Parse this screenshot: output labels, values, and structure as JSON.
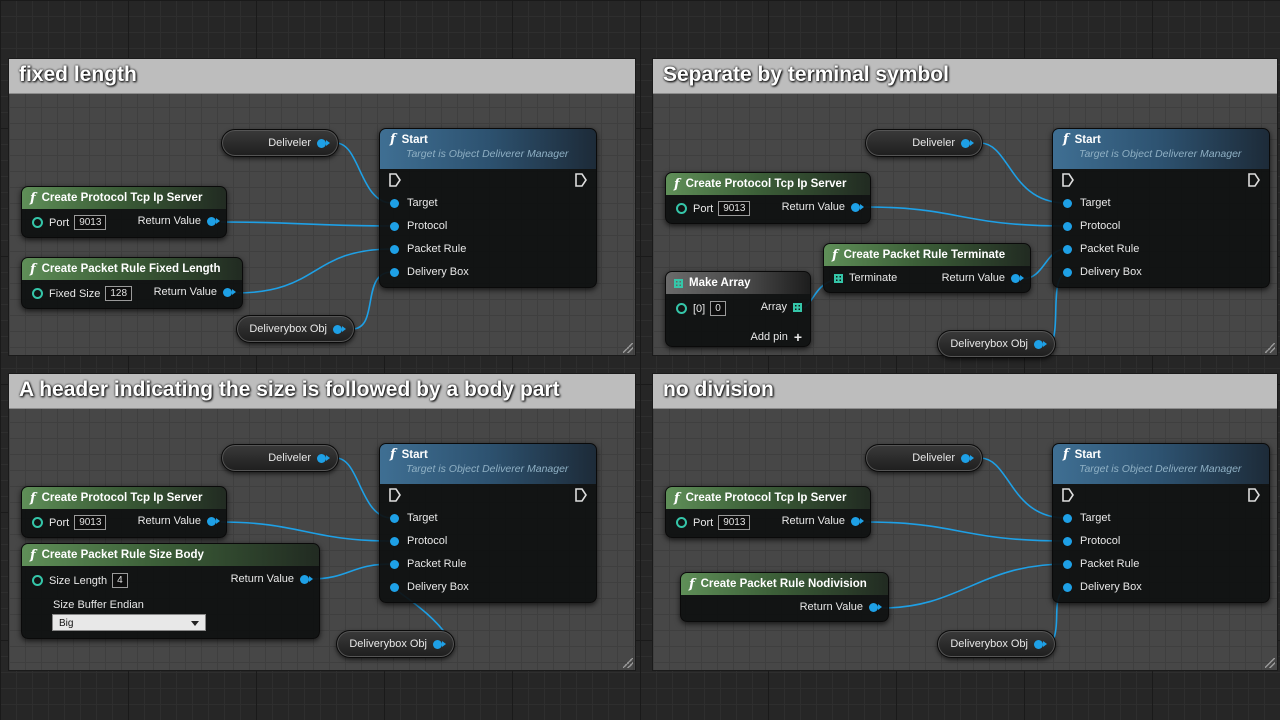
{
  "comments": [
    {
      "title": "fixed length"
    },
    {
      "title": "Separate by terminal symbol"
    },
    {
      "title": "A header indicating the size is followed by a body part"
    },
    {
      "title": "no division"
    }
  ],
  "common": {
    "deliveler": "Deliveler",
    "start_title": "Start",
    "start_subtitle": "Target is Object Deliverer Manager",
    "target": "Target",
    "protocol": "Protocol",
    "packet_rule": "Packet Rule",
    "delivery_box": "Delivery Box",
    "deliverybox_obj": "Deliverybox Obj",
    "create_tcp": "Create Protocol Tcp Ip Server",
    "port_label": "Port",
    "port_value": "9013",
    "return_value": "Return Value"
  },
  "panel1": {
    "rule_title": "Create Packet Rule Fixed Length",
    "fixed_size_label": "Fixed Size",
    "fixed_size_value": "128"
  },
  "panel2": {
    "rule_title": "Create Packet Rule Terminate",
    "terminate_label": "Terminate",
    "make_array": "Make Array",
    "index_label": "[0]",
    "index_value": "0",
    "array_label": "Array",
    "add_pin": "Add pin"
  },
  "panel3": {
    "rule_title": "Create Packet Rule Size Body",
    "size_length_label": "Size Length",
    "size_length_value": "4",
    "endian_label": "Size Buffer Endian",
    "endian_value": "Big"
  },
  "panel4": {
    "rule_title": "Create Packet Rule Nodivision"
  },
  "colors": {
    "wire": "#1ea0e6",
    "pin_struct": "#35c6a9",
    "function_header": "#5f8f58",
    "event_header": "#3f6f93"
  }
}
